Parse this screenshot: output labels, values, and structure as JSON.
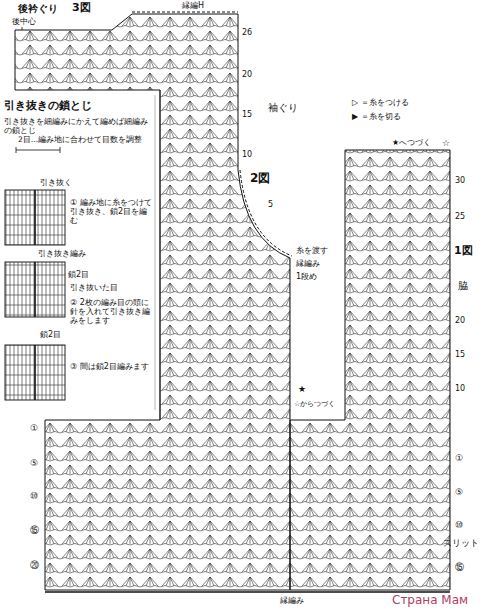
{
  "diagram": {
    "labels": [
      "後衿ぐり",
      "3図",
      "後中心",
      "縁編H",
      "袖ぐり",
      "2図",
      "1図",
      "脇",
      "★へつづく",
      "☆",
      "糸を渡す",
      "縁編み",
      "1段め",
      "★",
      "☆からつづく",
      "26",
      "20",
      "15",
      "10",
      "5",
      "30",
      "25",
      "20",
      "15",
      "10",
      "①",
      "⑤",
      "⑩",
      "⑮",
      "⑳",
      "①",
      "⑤",
      "⑩",
      "⑮",
      "スリット",
      "縁編み",
      "引き抜きの鎖とじ",
      "引き抜きを細編みにかえて編めば細編みの鎖とじ",
      "2目…編み地に合わせて目数を調整",
      "引き抜く",
      "① 編み地に糸をつけて引き抜き、鎖2目を編む",
      "引き抜き編み",
      "鎖2目",
      "引き抜いた目",
      "② 2枚の編み目の頭に針を入れて引き抜き編みをします",
      "鎖2目",
      "③ 間は鎖2目編みます",
      "Страна Мам"
    ],
    "legend": [
      {
        "text": "▷ ＝糸をつける"
      },
      {
        "text": "▶ ＝糸を切る"
      }
    ]
  }
}
